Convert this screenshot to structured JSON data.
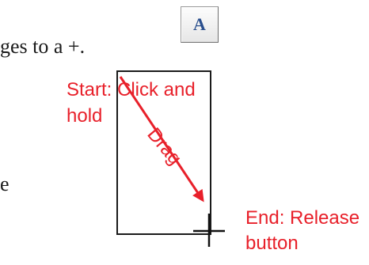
{
  "instruction": {
    "line_1": "ges to a +.",
    "line_2": "e"
  },
  "toolbar_button": {
    "glyph": "A",
    "icon": "text-tool-icon"
  },
  "annotations": {
    "start_line_1": "Start: Click and",
    "start_line_2": "hold",
    "drag": "Drag",
    "end_line_1": "End: Release",
    "end_line_2": "button"
  },
  "colors": {
    "annotation": "#e8202a",
    "outline": "#1a1a1a",
    "button_glyph": "#2a4f8e"
  }
}
